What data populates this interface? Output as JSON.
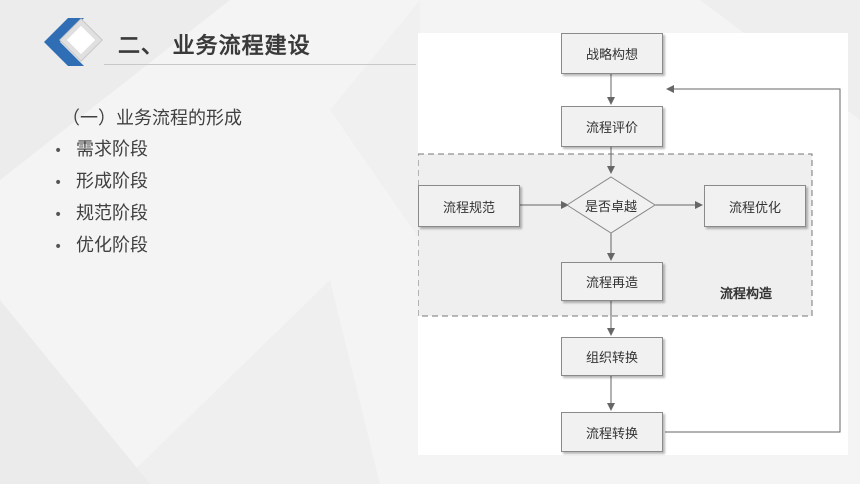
{
  "slide": {
    "title": "二、 业务流程建设",
    "subheading": "（一）业务流程的形成",
    "bullet_symbol": "•",
    "bullets": [
      "需求阶段",
      "形成阶段",
      "规范阶段",
      "优化阶段"
    ]
  },
  "flowchart": {
    "nodes": {
      "strategy": "战略构想",
      "evaluate": "流程评价",
      "decision": "是否卓越",
      "standardize": "流程规范",
      "optimize": "流程优化",
      "rebuild": "流程再造",
      "org_transform": "组织转换",
      "process_transform": "流程转换"
    },
    "group_label": "流程构造"
  },
  "colors": {
    "title_text": "#3a3a3a",
    "logo_blue": "#2f6db5",
    "logo_grey": "#dcdcdc",
    "node_fill": "#f1f1f1",
    "connector": "#666666"
  }
}
